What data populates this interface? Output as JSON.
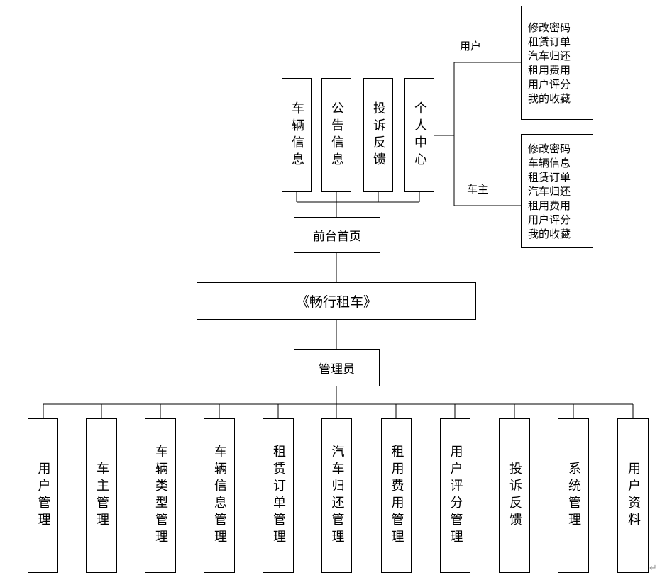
{
  "front": {
    "modules": [
      "车辆信息",
      "公告信息",
      "投诉反馈",
      "个人中心"
    ],
    "home": "前台首页"
  },
  "roles": {
    "user": {
      "label": "用户",
      "items": [
        "修改密码",
        "租赁订单",
        "汽车归还",
        "租用费用",
        "用户评分",
        "我的收藏"
      ]
    },
    "owner": {
      "label": "车主",
      "items": [
        "修改密码",
        "车辆信息",
        "租赁订单",
        "汽车归还",
        "租用费用",
        "用户评分",
        "我的收藏"
      ]
    }
  },
  "system": {
    "title": "《畅行租车》"
  },
  "admin": {
    "label": "管理员",
    "modules": [
      "用户管理",
      "车主管理",
      "车辆类型管理",
      "车辆信息管理",
      "租赁订单管理",
      "汽车归还管理",
      "租用费用管理",
      "用户评分管理",
      "投诉反馈",
      "系统管理",
      "用户资料"
    ]
  },
  "return_mark": "↵"
}
